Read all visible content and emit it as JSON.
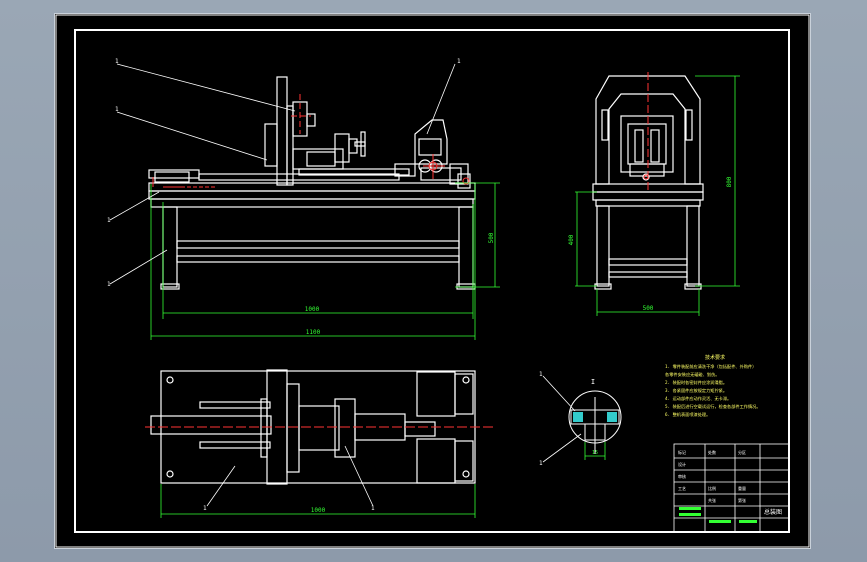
{
  "drawing": {
    "leaders_main": [
      "1",
      "1",
      "1",
      "1",
      "1"
    ],
    "leaders_plan": [
      "1",
      "1"
    ],
    "leaders_detail": [
      "1",
      "1"
    ],
    "dims": {
      "front_inner": "1000",
      "front_outer": "1100",
      "front_height": "500",
      "side_height": "800",
      "side_lower": "400",
      "side_width": "500",
      "plan_width": "1000",
      "detail_gap": "15"
    },
    "detail_section": "I\n—",
    "notes_title": "技术要求",
    "notes": [
      "1. 零件装配前应清洗干净（包括配件、外购件）",
      "   各零件安装应无磕碰、划伤。",
      "2. 装配时各密封件应涂润滑脂。",
      "3. 各紧固件应按规定力矩拧紧。",
      "4. 运动部件应动作灵活、无卡滞。",
      "5. 装配后进行空载试运行，检查各部件工作情况。",
      "6. 整机表面喷漆处理。"
    ],
    "title_block": {
      "drawing_name": "总装图",
      "cells": [
        "标记",
        "处数",
        "分区",
        "设计",
        "审核",
        "工艺",
        "比例",
        "重量",
        "共张",
        "第张"
      ]
    }
  }
}
